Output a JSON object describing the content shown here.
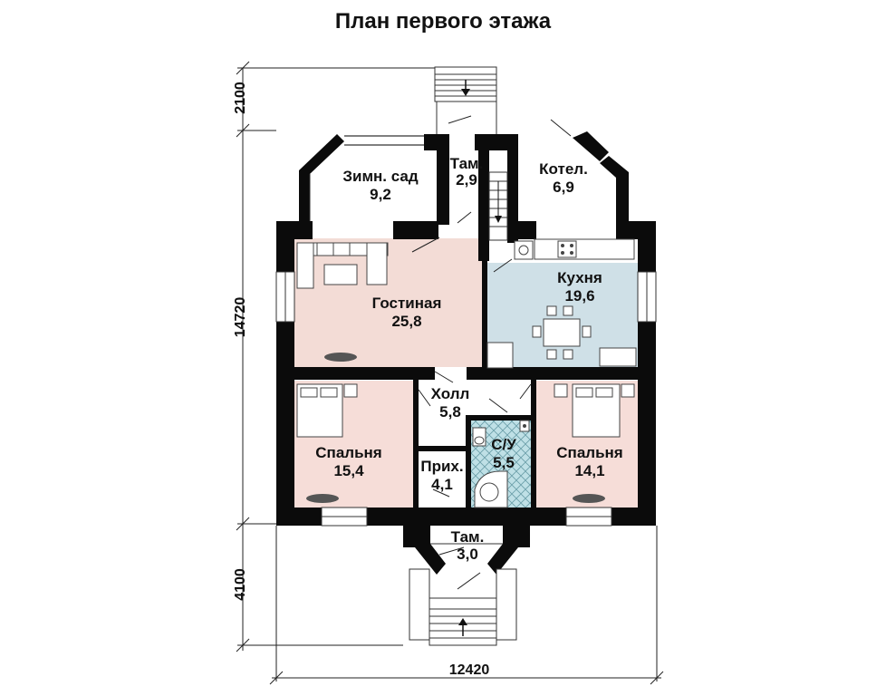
{
  "title": "План первого этажа",
  "rooms": [
    {
      "name": "Зимн. сад",
      "area": "9,2"
    },
    {
      "name": "Там.",
      "area": "2,9"
    },
    {
      "name": "Котел.",
      "area": "6,9"
    },
    {
      "name": "Гостиная",
      "area": "25,8"
    },
    {
      "name": "Кухня",
      "area": "19,6"
    },
    {
      "name": "Холл",
      "area": "5,8"
    },
    {
      "name": "С/У",
      "area": "5,5"
    },
    {
      "name": "Спальня",
      "area": "15,4"
    },
    {
      "name": "Прих.",
      "area": "4,1"
    },
    {
      "name": "Спальня",
      "area": "14,1"
    },
    {
      "name": "Там.",
      "area": "3,0"
    }
  ],
  "dimensions": {
    "top": "2100",
    "middle": "14720",
    "bottom": "4100",
    "width": "12420"
  },
  "colors": {
    "living_fill": "#f3dcd6",
    "kitchen_fill": "#cfe0e7",
    "bedroom_fill": "#f6ddd8",
    "wc_fill": "#bfe0e6",
    "wall": "#0b0b0b"
  }
}
